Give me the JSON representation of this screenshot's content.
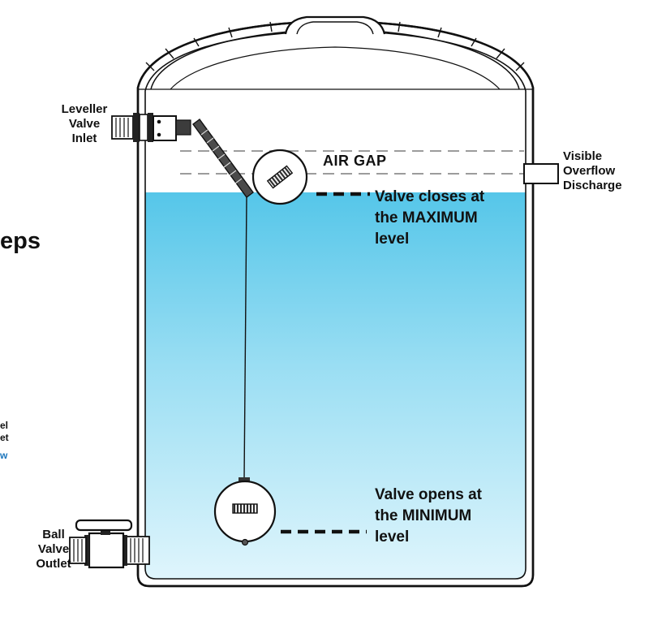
{
  "title": "Tank leveller valve diagram",
  "labels": {
    "leveller_inlet": "Leveller\nValve\nInlet",
    "air_gap": "AIR GAP",
    "overflow_discharge": "Visible\nOverflow\nDischarge",
    "valve_max": "Valve closes at\nthe MAXIMUM\nlevel",
    "valve_min": "Valve opens at\nthe MINIMUM\nlevel",
    "ball_outlet": "Ball\nValve\nOutlet"
  },
  "fragments": {
    "large": "eps",
    "small_1": "el",
    "small_2": "et",
    "blue": "w"
  },
  "colors": {
    "line": "#111111",
    "water_top": "#55c6e9",
    "water_mid": "#9adef3",
    "water_bottom": "#dff5fc",
    "dash_gray": "#8e8e8e",
    "fragment_blue": "#1b75bc"
  }
}
